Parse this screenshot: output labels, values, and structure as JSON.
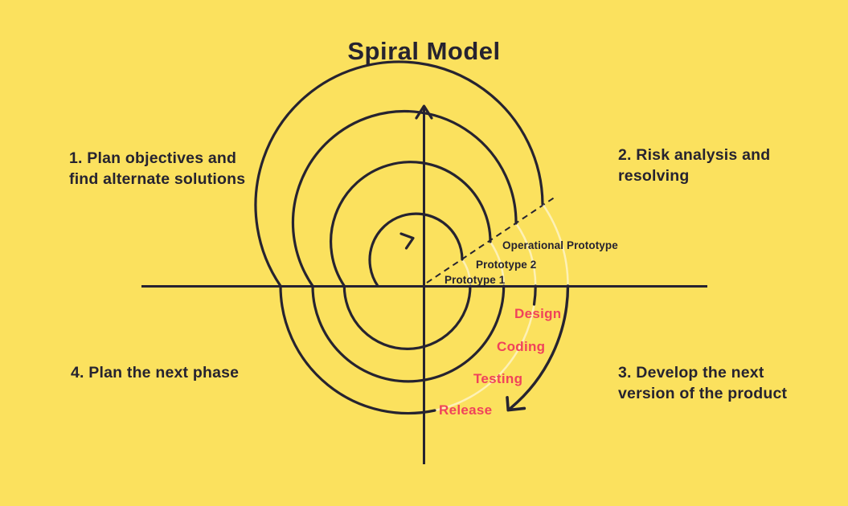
{
  "title": "Spiral Model",
  "quadrants": {
    "q1": {
      "line1": "1. Plan objectives and",
      "line2": "find alternate solutions"
    },
    "q2": {
      "line1": "2. Risk analysis and",
      "line2": "resolving"
    },
    "q3": {
      "line1": "3. Develop the next",
      "line2": "version of the product"
    },
    "q4": {
      "line1": "4. Plan the next phase"
    }
  },
  "spiral_labels": {
    "prototype1": "Prototype 1",
    "prototype2": "Prototype 2",
    "operational_prototype": "Operational Prototype"
  },
  "phases": {
    "design": "Design",
    "coding": "Coding",
    "testing": "Testing",
    "release": "Release"
  },
  "colors": {
    "background": "#fbe15e",
    "ink": "#262330",
    "accent_red": "#f0425b"
  }
}
